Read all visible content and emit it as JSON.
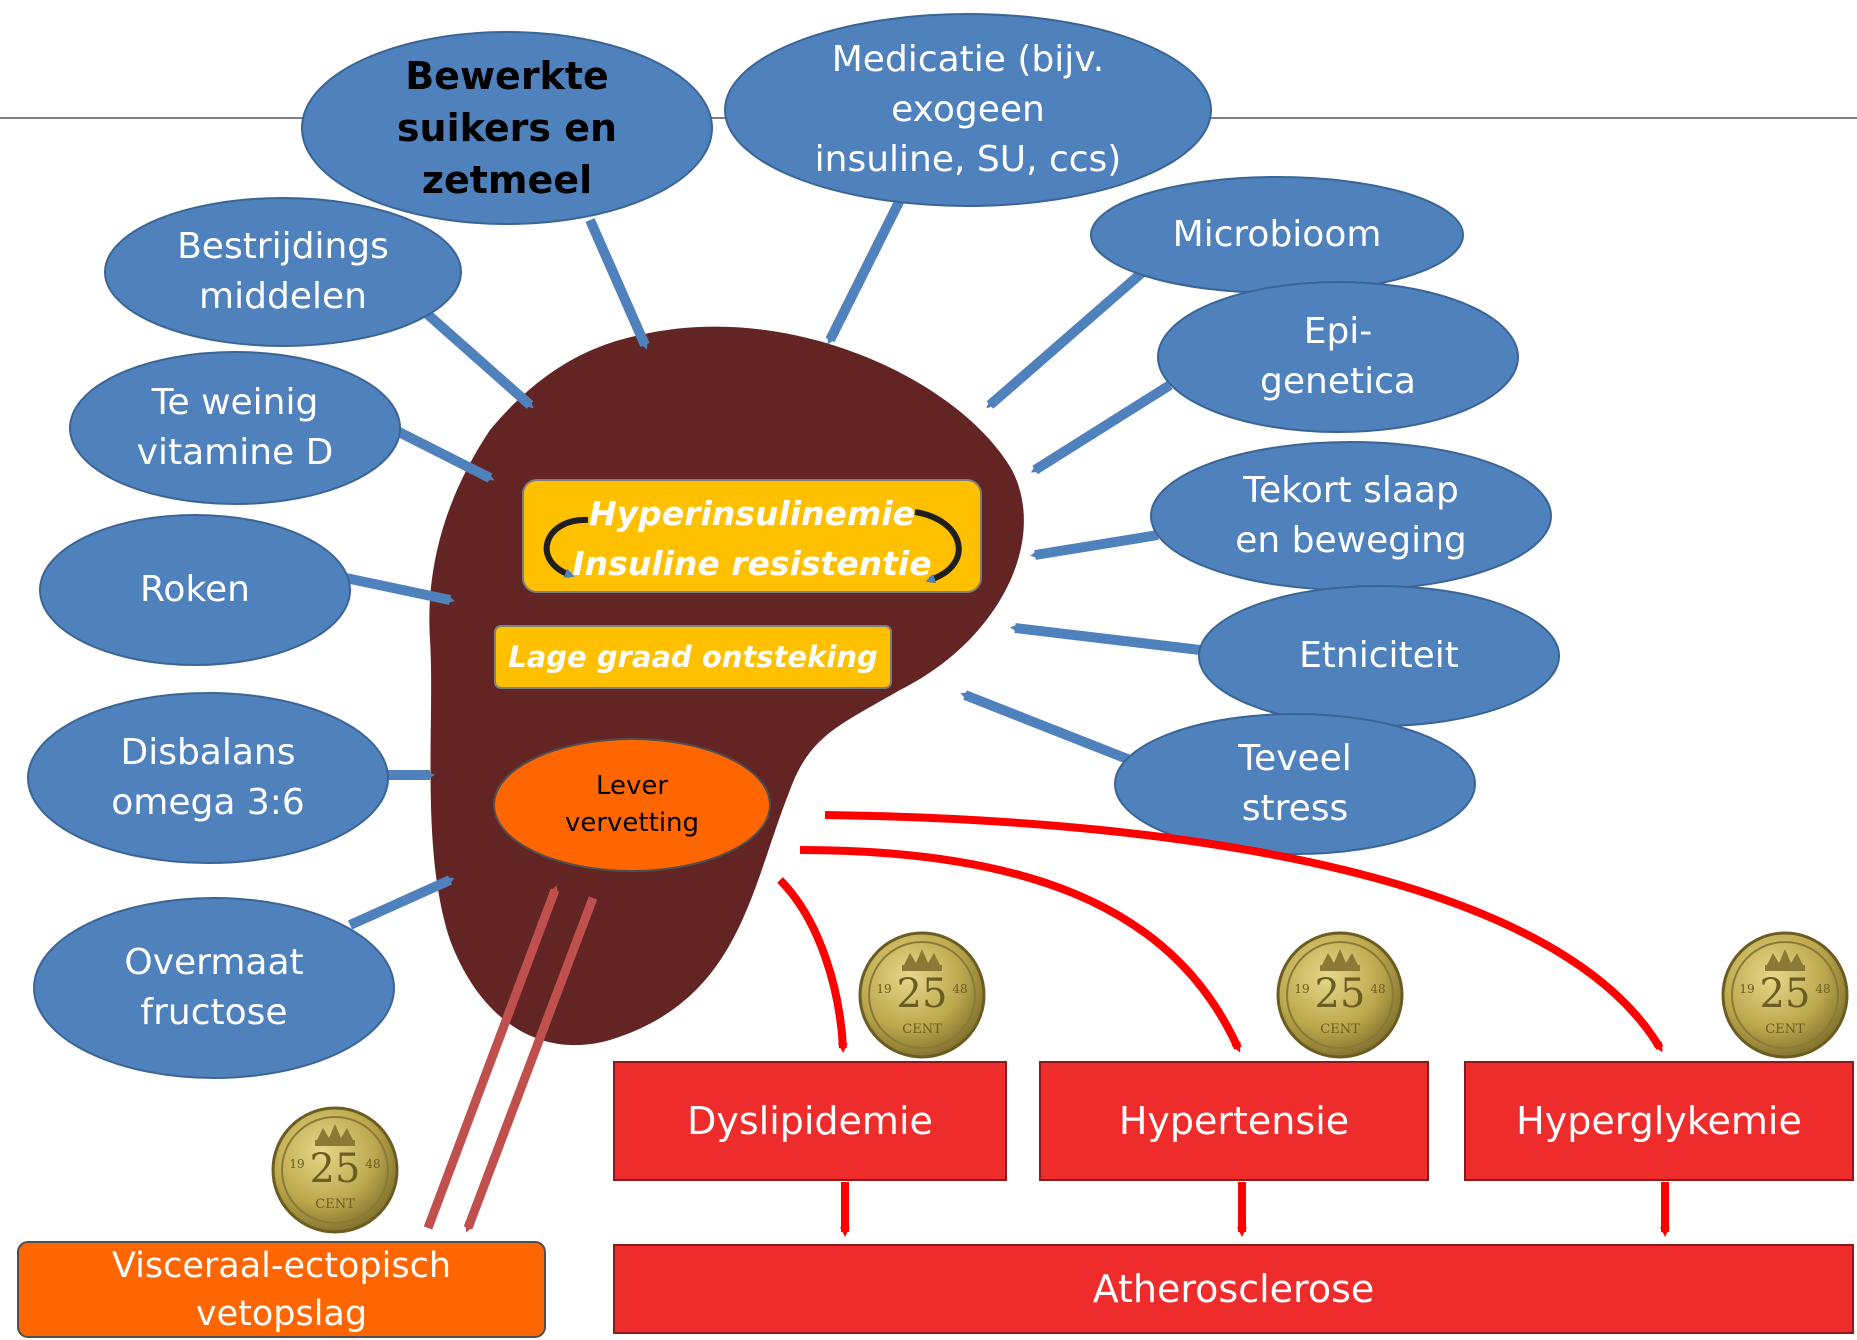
{
  "colors": {
    "factor_fill": "#4f81bd",
    "factor_stroke": "#3a6595",
    "arrow_blue": "#4f81bd",
    "liver": "#632424",
    "core_box": "#ffc000",
    "orange": "#ff6600",
    "red_box": "#ee2c2c",
    "red_arrow": "#ff0000",
    "dark_red_arrow": "#c0504d",
    "coin": "#c9b458"
  },
  "factors": {
    "bewerkte": "Bewerkte\nsuikers en\nzetmeel",
    "medicatie": "Medicatie (bijv.\nexogeen\ninsuline, SU, ccs)",
    "bestrijdings": "Bestrijdings\nmiddelen",
    "microbioom": "Microbioom",
    "epigenetica": "Epi-\ngenetica",
    "vitamine_d": "Te weinig\nvitamine D",
    "slaap": "Tekort slaap\nen beweging",
    "roken": "Roken",
    "etniciteit": "Etniciteit",
    "omega": "Disbalans\nomega 3:6",
    "stress": "Teveel\nstress",
    "fructose": "Overmaat\nfructose"
  },
  "core": {
    "line1": "Hyperinsulinemie",
    "line2": "Insuline resistentie",
    "ontsteking": "Lage graad ontsteking",
    "lever": "Lever\nvervetting"
  },
  "outcomes": {
    "dyslipidemie": "Dyslipidemie",
    "hypertensie": "Hypertensie",
    "hyperglykemie": "Hyperglykemie",
    "atherosclerose": "Atherosclerose",
    "visceraal": "Visceraal-ectopisch\nvetopslag"
  },
  "coin": {
    "value": "25",
    "unit": "CENT",
    "year_left": "19",
    "year_right": "48"
  }
}
